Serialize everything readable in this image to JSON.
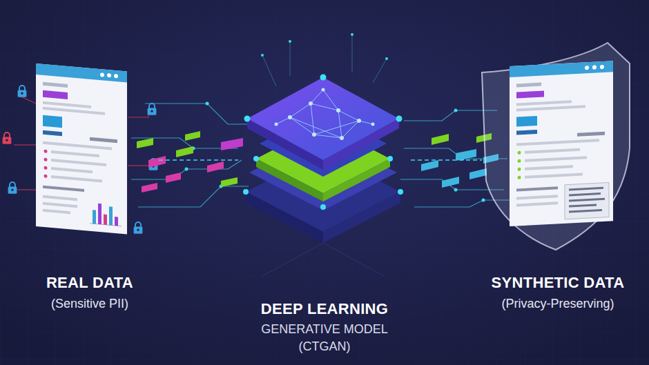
{
  "diagram": {
    "nodes": [
      {
        "text": [
          "REAL DATA",
          "(Sensitive PII)"
        ]
      },
      {
        "text": [
          "DEEP LEARNING",
          "GENERATIVE MODEL (CTGAN)"
        ]
      },
      {
        "text": [
          "SYNTHETIC DATA",
          "(Privacy-Preserving)"
        ]
      }
    ],
    "edges": [
      {
        "from": 0,
        "to": 1,
        "arrow": "none"
      },
      {
        "from": 1,
        "to": 2,
        "arrow": "none"
      }
    ]
  }
}
